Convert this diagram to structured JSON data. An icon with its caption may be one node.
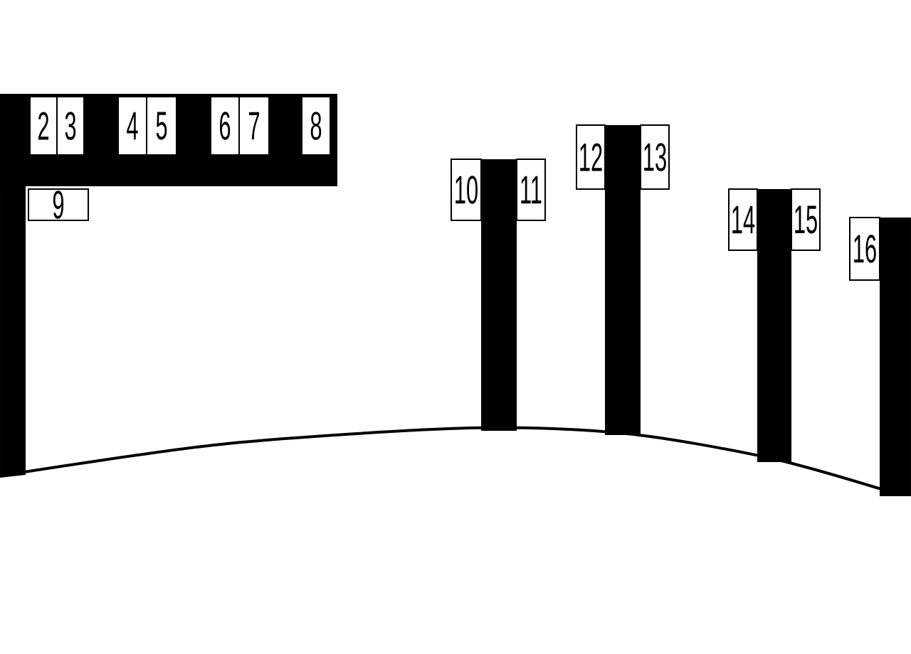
{
  "diagram": {
    "nodes": [
      {
        "text": [
          "2"
        ]
      },
      {
        "text": [
          "3"
        ]
      },
      {
        "text": [
          "4"
        ]
      },
      {
        "text": [
          "5"
        ]
      },
      {
        "text": [
          "6"
        ]
      },
      {
        "text": [
          "7"
        ]
      },
      {
        "text": [
          "8"
        ]
      },
      {
        "text": [
          "9"
        ]
      },
      {
        "text": [
          "10"
        ]
      },
      {
        "text": [
          "11"
        ]
      },
      {
        "text": [
          "12"
        ]
      },
      {
        "text": [
          "13"
        ]
      },
      {
        "text": [
          "14"
        ]
      },
      {
        "text": [
          "15"
        ]
      },
      {
        "text": [
          "16"
        ]
      }
    ]
  }
}
